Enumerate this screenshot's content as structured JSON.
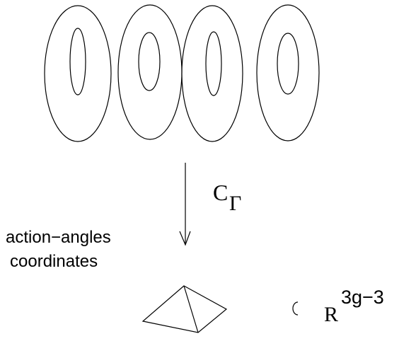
{
  "map_label": {
    "symbol": "C",
    "subscript": "Γ"
  },
  "coordinates_label": {
    "line1": "action−angles",
    "line2": "coordinates"
  },
  "subset_symbol": "⊂",
  "target_space": {
    "base": "R",
    "exponent": "3g−3"
  },
  "tori_count": 4,
  "colors": {
    "stroke": "#000000",
    "background": "#ffffff"
  }
}
